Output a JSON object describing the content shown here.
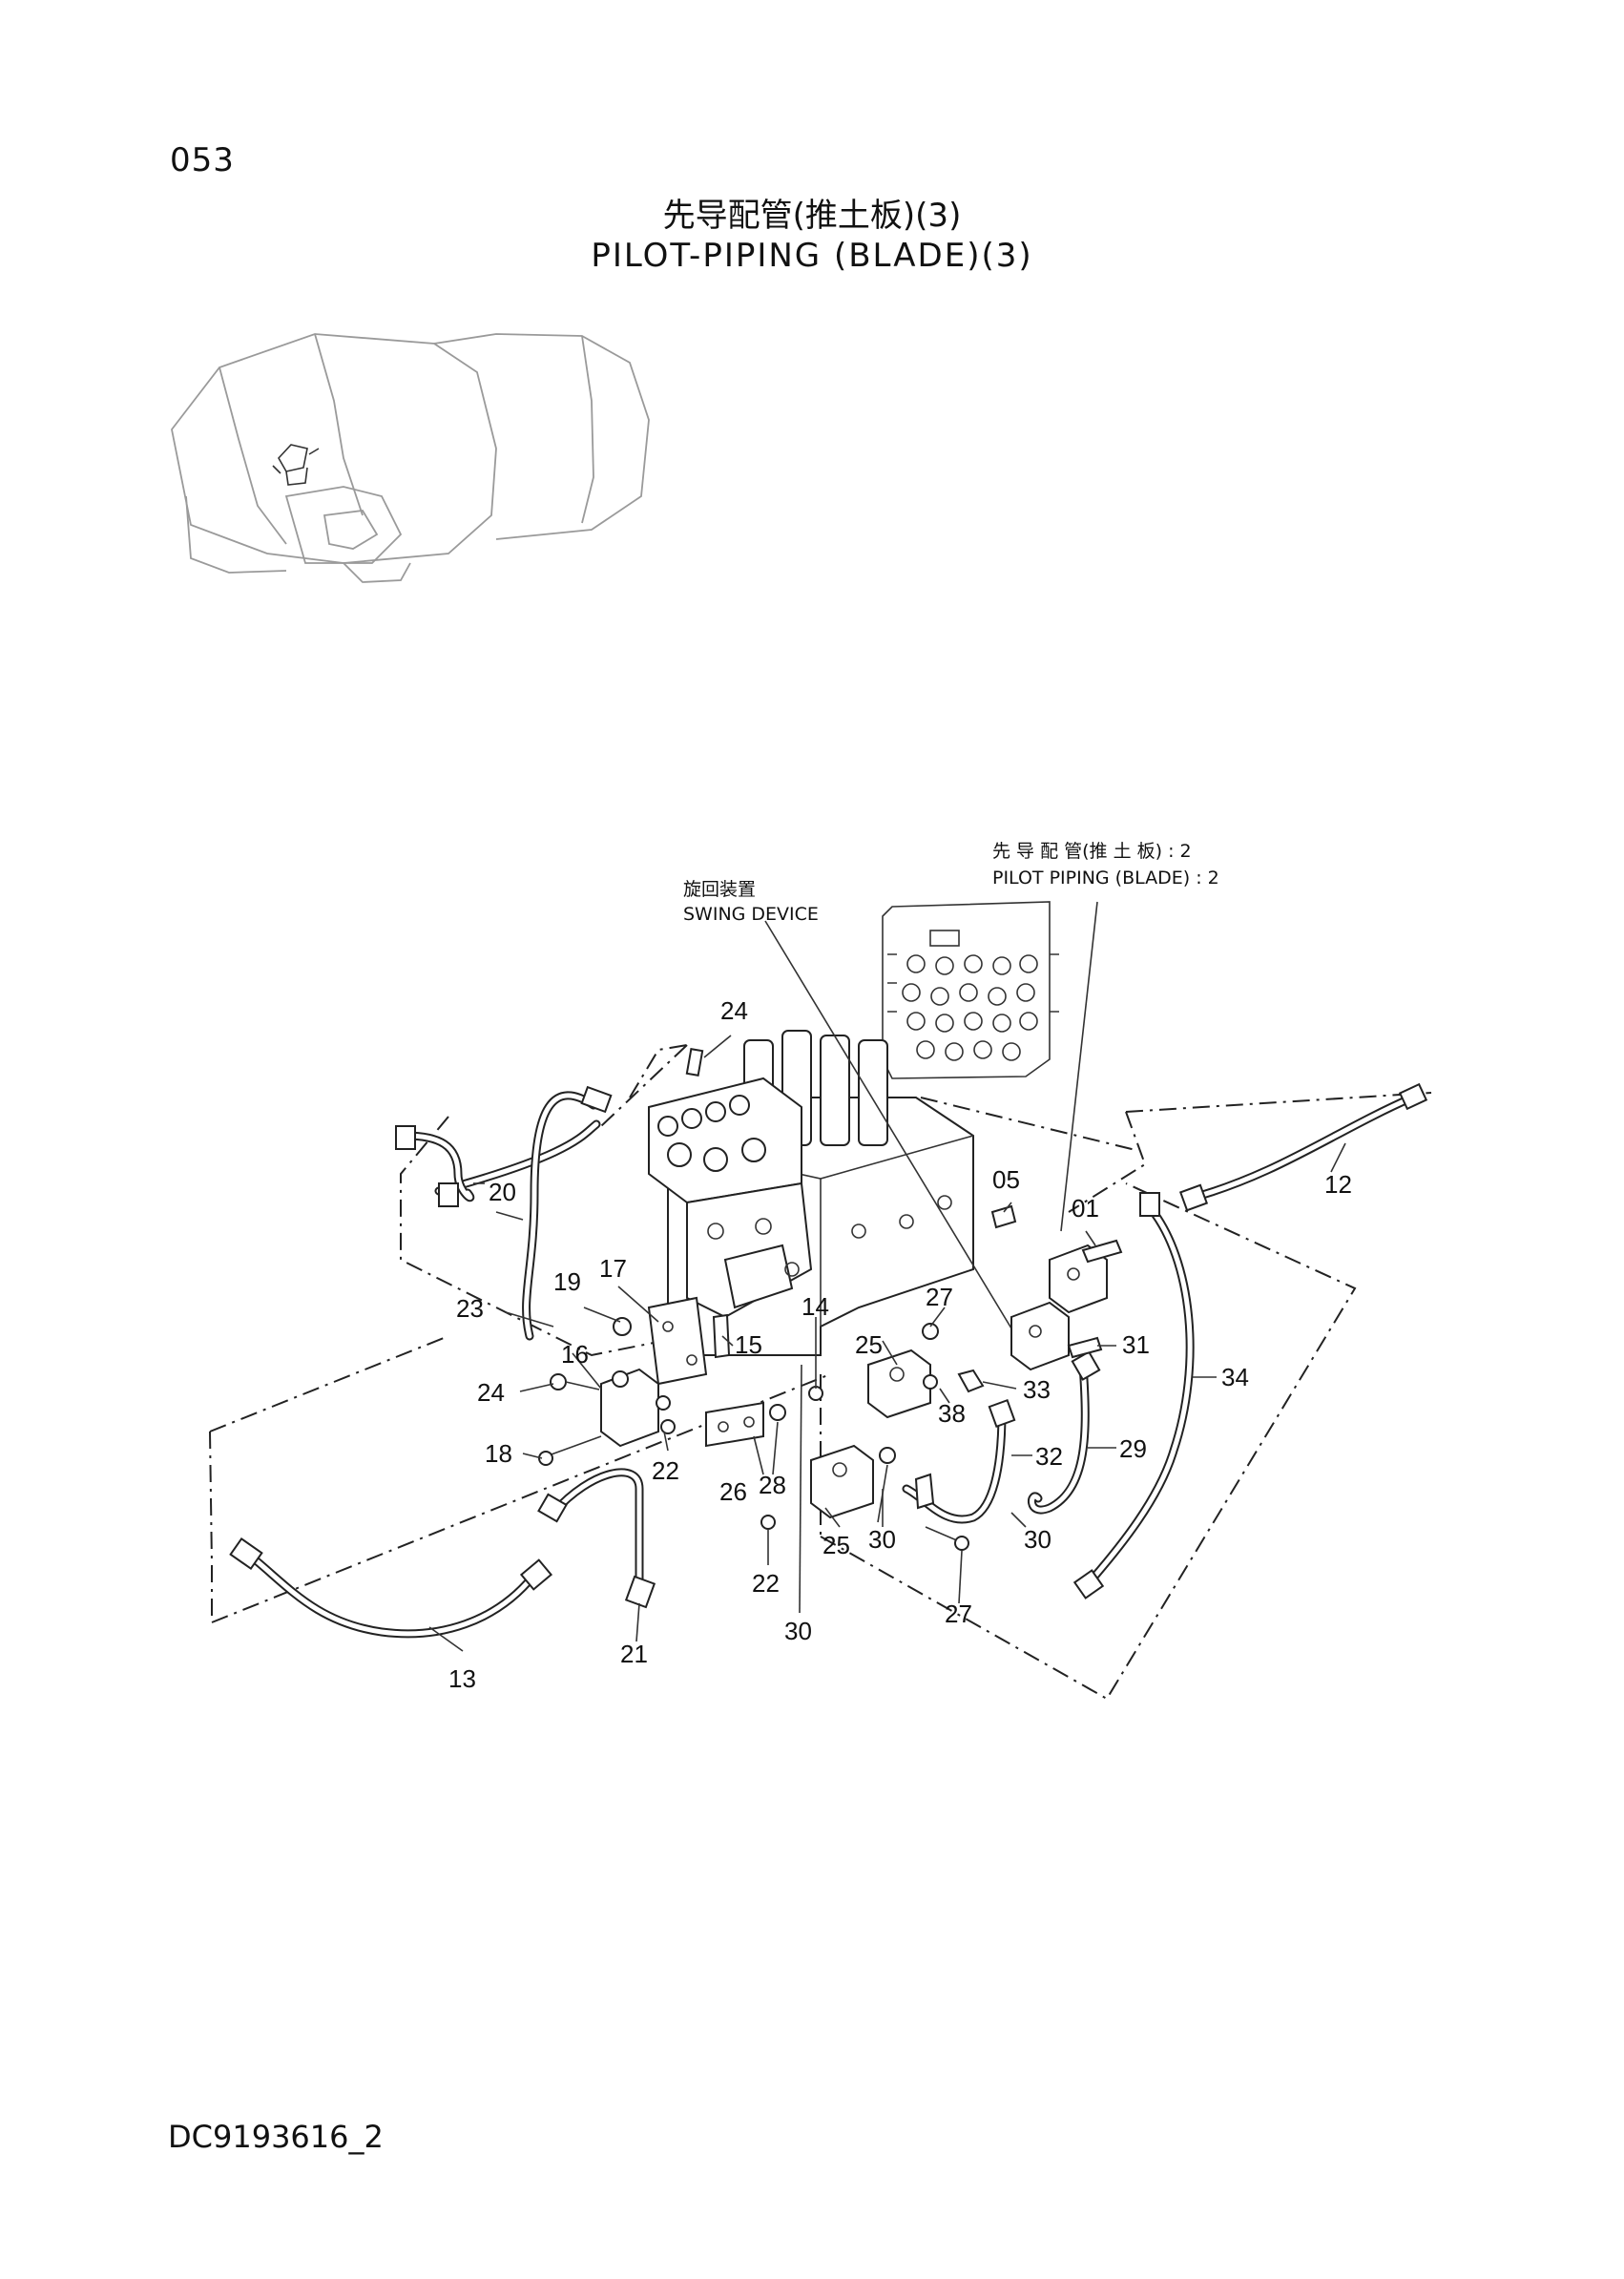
{
  "page": {
    "page_number": "053",
    "title_cn": "先导配管(推土板)(3)",
    "title_en": "PILOT-PIPING (BLADE)(3)",
    "doc_code": "DC9193616_2"
  },
  "notes": {
    "swing_cn": "旋回装置",
    "swing_en": "SWING DEVICE",
    "pilot_ref_cn": "先 导 配 管(推 土 板) : 2",
    "pilot_ref_en": "PILOT PIPING (BLADE) : 2"
  },
  "callouts": [
    "24",
    "20",
    "23",
    "19",
    "17",
    "15",
    "16",
    "24",
    "18",
    "22",
    "14",
    "26",
    "28",
    "25",
    "22",
    "30",
    "27",
    "25",
    "38",
    "33",
    "31",
    "05",
    "01",
    "12",
    "34",
    "32",
    "29",
    "30",
    "30",
    "27",
    "21",
    "13"
  ]
}
